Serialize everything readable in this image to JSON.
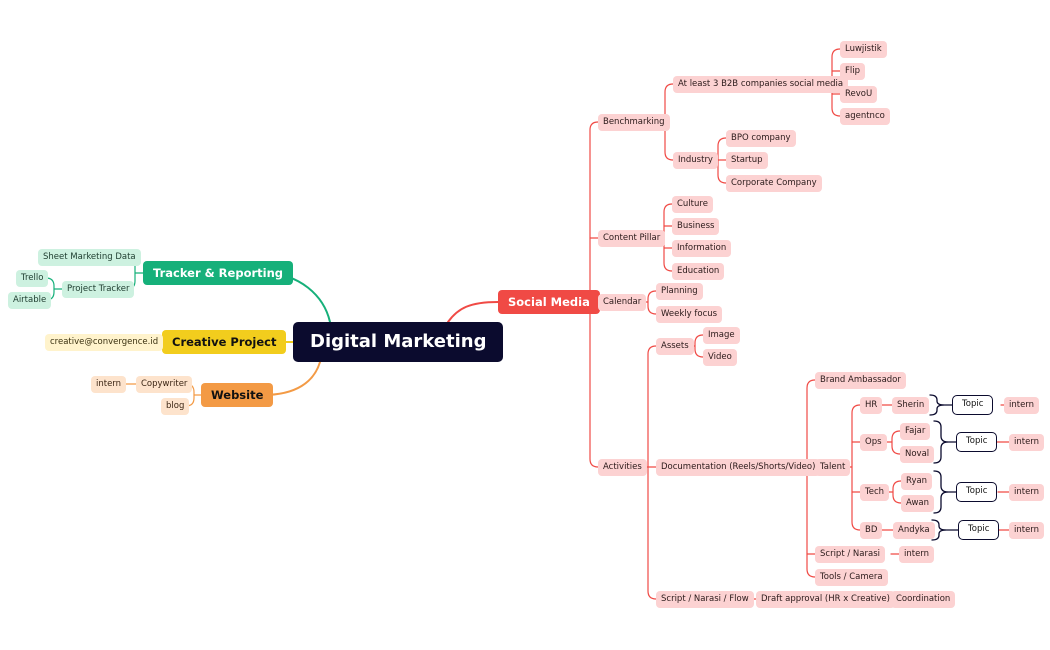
{
  "root": "Digital Marketing",
  "branches": {
    "social_media": {
      "label": "Social Media",
      "color": "#f04a45",
      "benchmarking": {
        "label": "Benchmarking",
        "b2b": {
          "label": "At least 3 B2B companies social media",
          "items": [
            "Luwjistik",
            "Flip",
            "RevoU",
            "agentnco"
          ]
        },
        "industry": {
          "label": "Industry",
          "items": [
            "BPO company",
            "Startup",
            "Corporate Company"
          ]
        }
      },
      "content_pillar": {
        "label": "Content Pillar",
        "items": [
          "Culture",
          "Business",
          "Information",
          "Education"
        ]
      },
      "calendar": {
        "label": "Calendar",
        "items": [
          "Planning",
          "Weekly focus"
        ]
      },
      "activities": {
        "label": "Activities",
        "assets": {
          "label": "Assets",
          "items": [
            "Image",
            "Video"
          ]
        },
        "documentation": {
          "label": "Documentation (Reels/Shorts/Video)",
          "brand_ambassador": "Brand Ambassador",
          "talent": {
            "label": "Talent",
            "groups": [
              {
                "label": "HR",
                "people": [
                  "Sherin"
                ],
                "topic": "Topic",
                "owner": "intern"
              },
              {
                "label": "Ops",
                "people": [
                  "Fajar",
                  "Noval"
                ],
                "topic": "Topic",
                "owner": "intern"
              },
              {
                "label": "Tech",
                "people": [
                  "Ryan",
                  "Awan"
                ],
                "topic": "Topic",
                "owner": "intern"
              },
              {
                "label": "BD",
                "people": [
                  "Andyka"
                ],
                "topic": "Topic",
                "owner": "intern"
              }
            ]
          },
          "script": {
            "label": "Script / Narasi",
            "owner": "intern"
          },
          "tools": "Tools / Camera"
        },
        "flow": {
          "label": "Script / Narasi / Flow",
          "approval": "Draft approval (HR x Creative)",
          "coordination": "Coordination"
        }
      }
    },
    "tracker": {
      "label": "Tracker & Reporting",
      "color": "#16b07a",
      "sheet": "Sheet Marketing Data",
      "project_tracker": {
        "label": "Project Tracker",
        "items": [
          "Trello",
          "Airtable"
        ]
      }
    },
    "creative": {
      "label": "Creative Project",
      "color": "#f2cd1d",
      "email": "creative@convergence.id"
    },
    "website": {
      "label": "Website",
      "color": "#f39a45",
      "copywriter": {
        "label": "Copywriter",
        "owner": "intern"
      },
      "blog": "blog"
    }
  }
}
